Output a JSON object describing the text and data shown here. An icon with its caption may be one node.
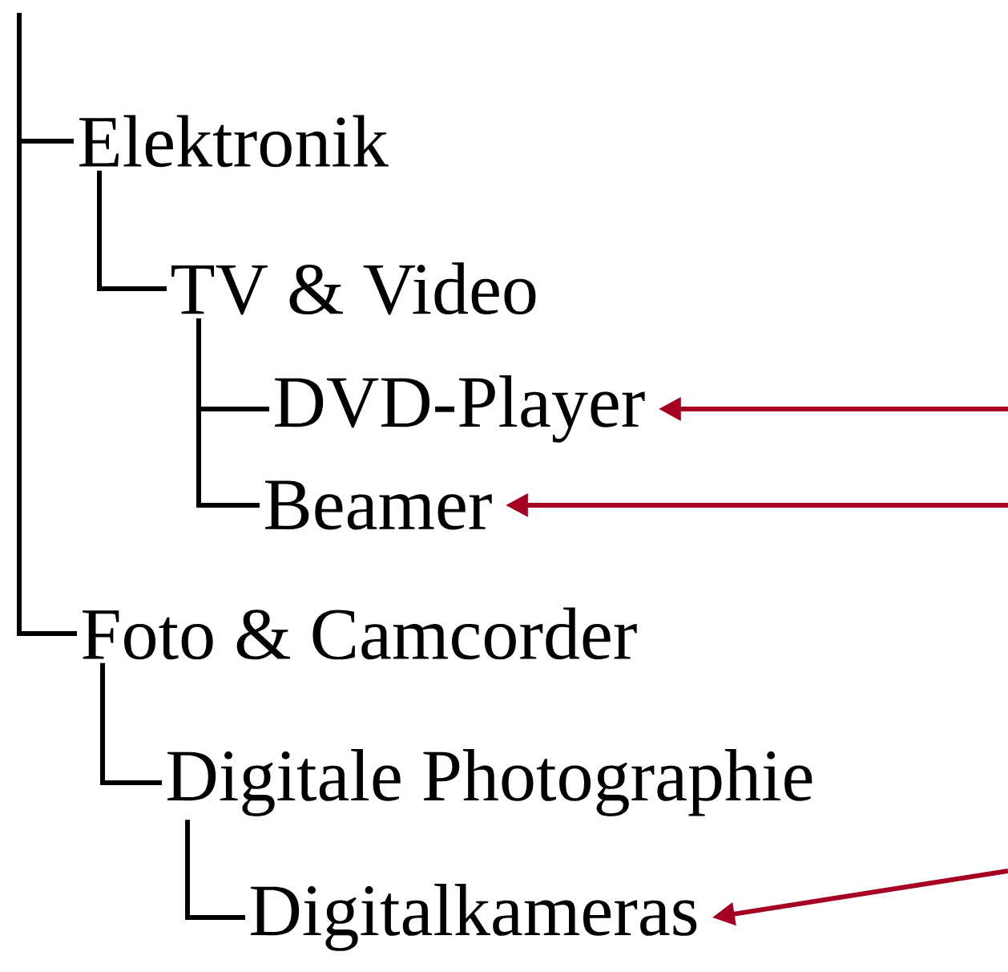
{
  "diagram": {
    "nodes": [
      {
        "text": [
          "Elektronik"
        ]
      },
      {
        "text": [
          "TV & Video"
        ]
      },
      {
        "text": [
          "DVD-Player"
        ]
      },
      {
        "text": [
          "Beamer"
        ]
      },
      {
        "text": [
          "Foto & Camcorder"
        ]
      },
      {
        "text": [
          "Digitale Photographie"
        ]
      },
      {
        "text": [
          "Digitalkameras"
        ]
      }
    ],
    "edges": [
      {
        "from": null,
        "to": 0,
        "arrow": "none"
      },
      {
        "from": 0,
        "to": 1,
        "arrow": "none"
      },
      {
        "from": 1,
        "to": 2,
        "arrow": "none"
      },
      {
        "from": 1,
        "to": 3,
        "arrow": "none"
      },
      {
        "from": null,
        "to": 4,
        "arrow": "none"
      },
      {
        "from": 4,
        "to": 5,
        "arrow": "none"
      },
      {
        "from": 5,
        "to": 6,
        "arrow": "none"
      },
      {
        "from": null,
        "to": 2,
        "arrow": "to",
        "color": "#a50021"
      },
      {
        "from": null,
        "to": 3,
        "arrow": "to",
        "color": "#a50021"
      },
      {
        "from": null,
        "to": 6,
        "arrow": "to",
        "color": "#a50021"
      }
    ]
  }
}
